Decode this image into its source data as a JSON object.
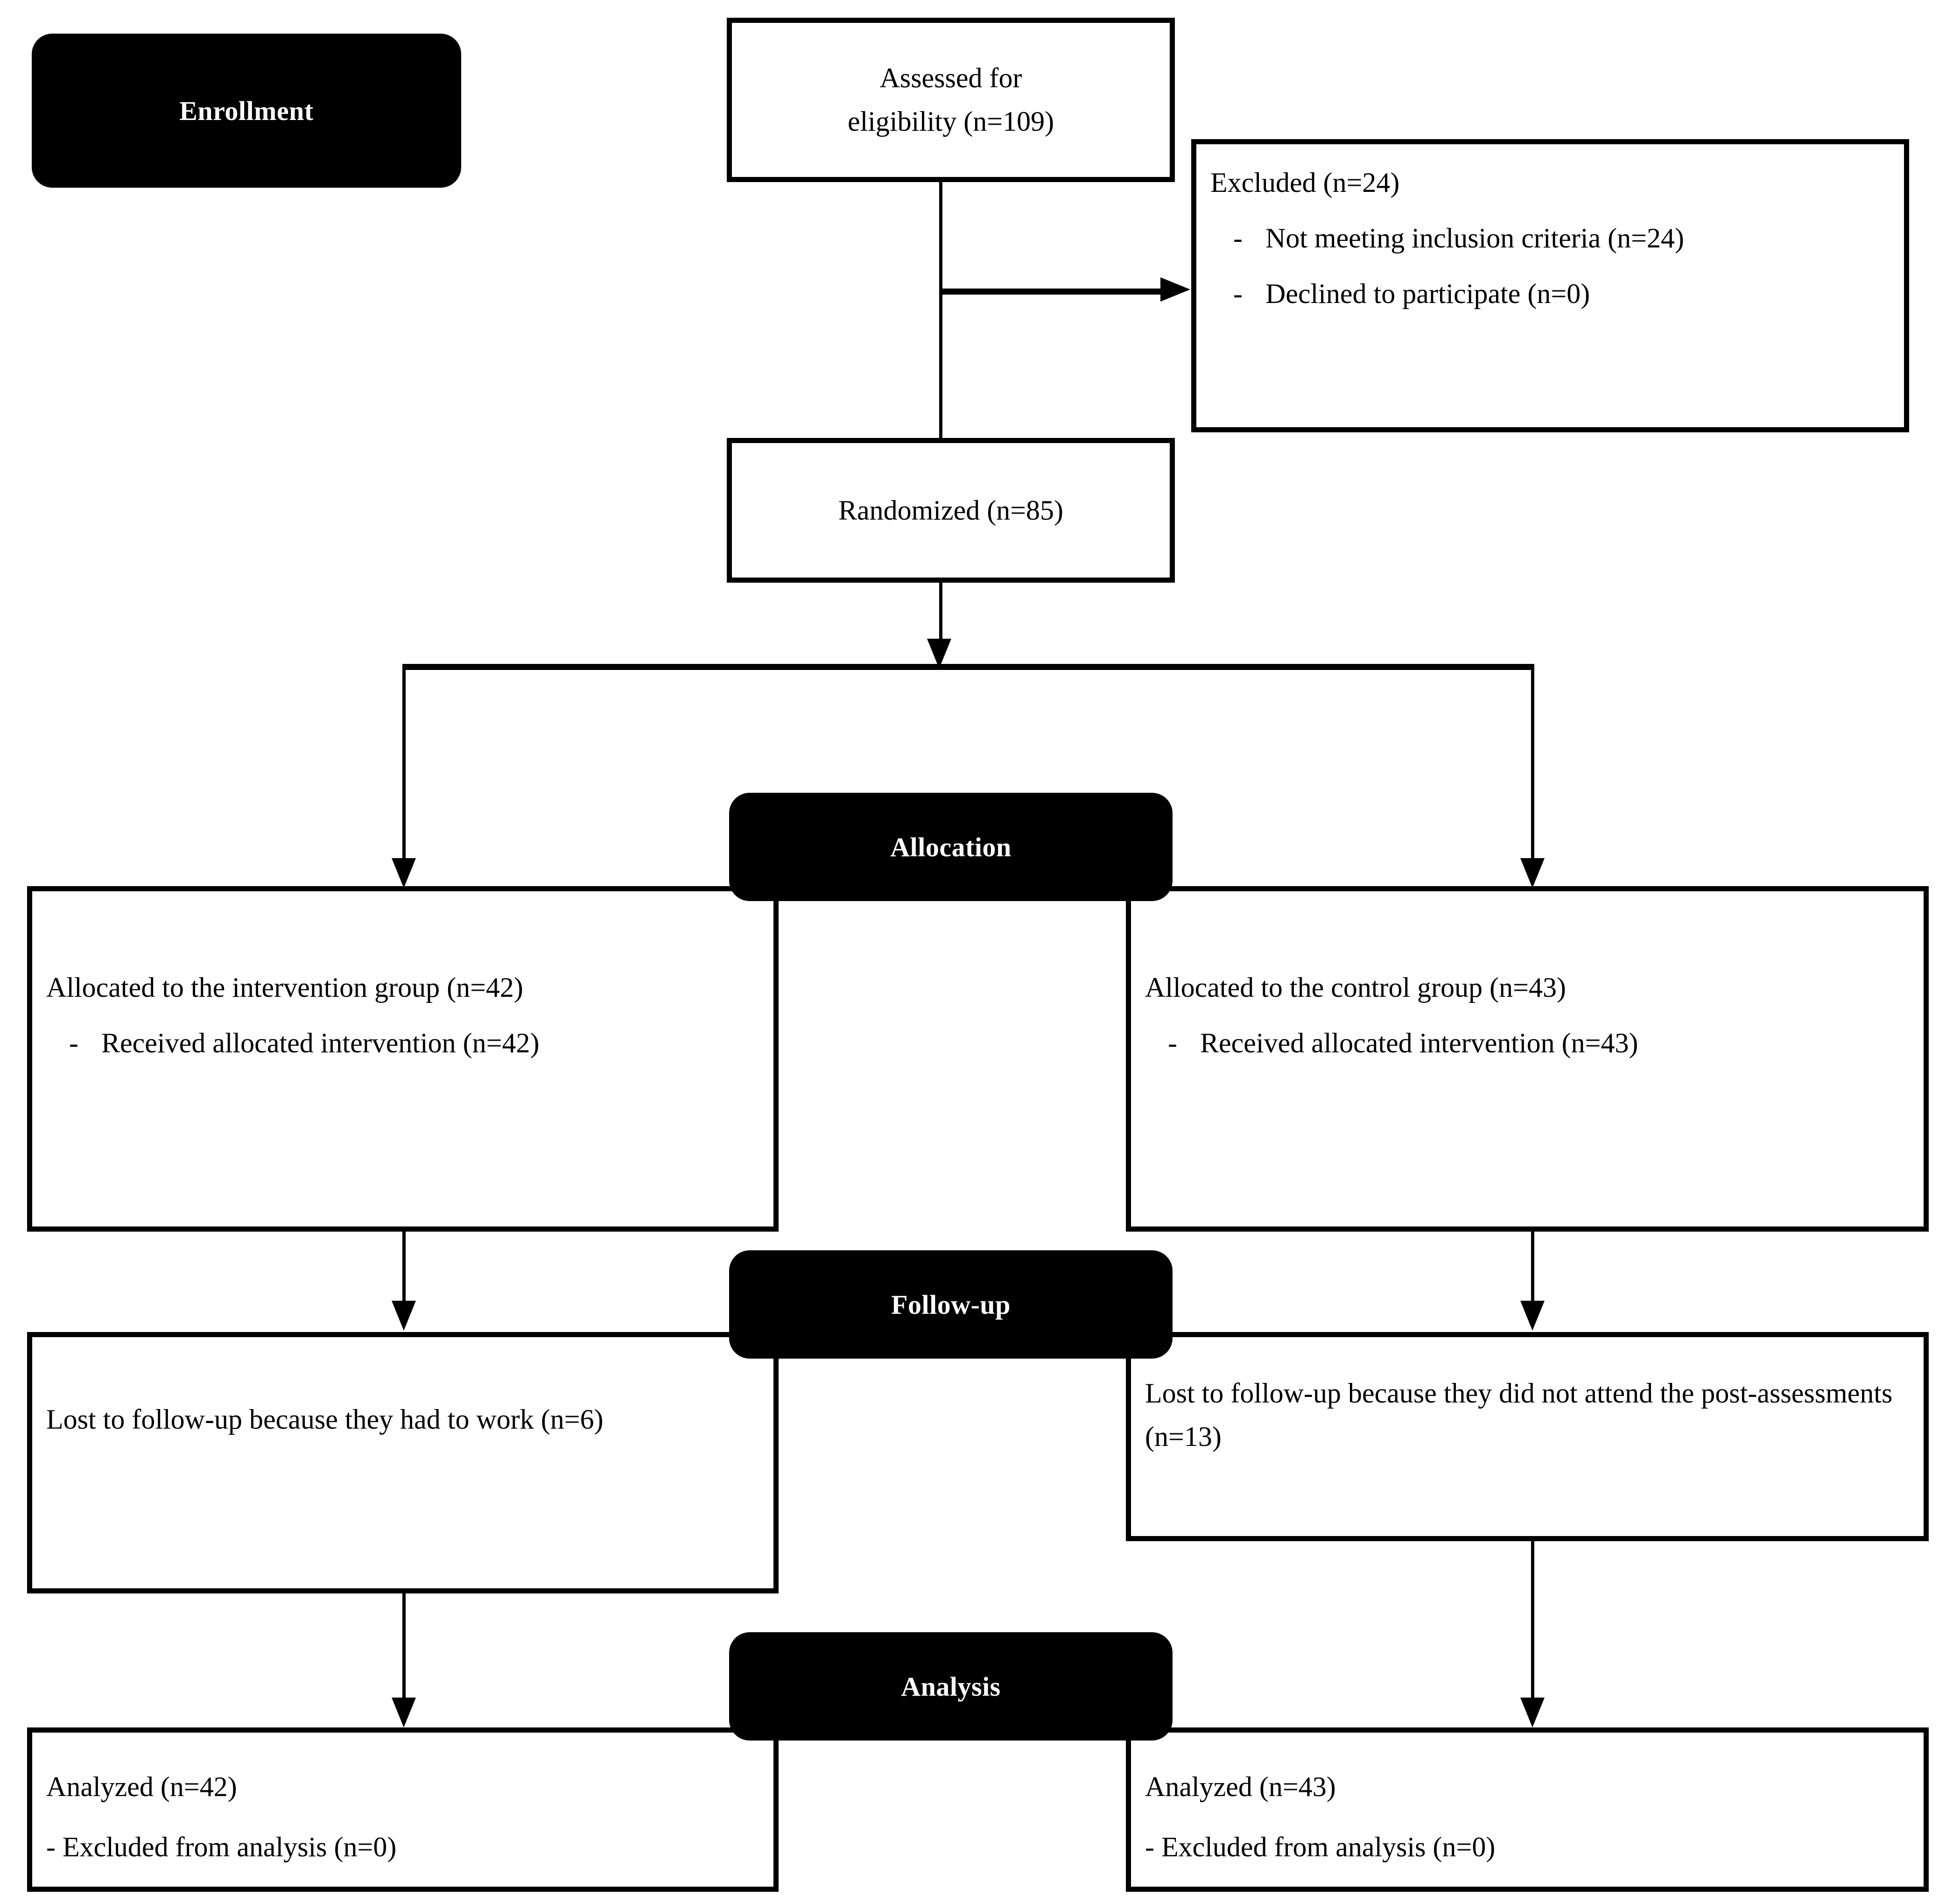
{
  "diagram": {
    "title": "CONSORT participant flow diagram",
    "accent_color": "#000000",
    "background_color": "#ffffff"
  },
  "stages": {
    "enrollment": "Enrollment",
    "allocation": "Allocation",
    "followup": "Follow-up",
    "analysis": "Analysis"
  },
  "boxes": {
    "assessed": {
      "line1": "Assessed for",
      "line2": "eligibility (n=109)"
    },
    "excluded": {
      "heading": "Excluded (n=24)",
      "bullet_marker": "-",
      "items": [
        "Not meeting inclusion criteria (n=24)",
        "Declined to participate (n=0)"
      ]
    },
    "randomized": {
      "text": "Randomized (n=85)"
    },
    "alloc_intervention": {
      "heading": "Allocated to the intervention group (n=42)",
      "bullet_marker": "-",
      "items": [
        "Received allocated intervention (n=42)"
      ]
    },
    "alloc_control": {
      "heading": "Allocated to the control group (n=43)",
      "bullet_marker": "-",
      "items": [
        "Received allocated intervention (n=43)"
      ]
    },
    "lost_intervention": {
      "text": "Lost to follow-up because they had to work (n=6)"
    },
    "lost_control": {
      "text": "Lost to follow-up because they did not attend the post-assessments (n=13)"
    },
    "analyzed_intervention": {
      "heading": "Analyzed (n=42)",
      "subline": "- Excluded from analysis (n=0)"
    },
    "analyzed_control": {
      "heading": "Analyzed (n=43)",
      "subline": "- Excluded from analysis (n=0)"
    }
  },
  "chart_data": {
    "type": "diagram",
    "title": "CONSORT flow diagram",
    "stages": [
      "Enrollment",
      "Allocation",
      "Follow-up",
      "Analysis"
    ],
    "nodes": [
      {
        "id": "assessed",
        "label": "Assessed for eligibility",
        "n": 109
      },
      {
        "id": "excluded",
        "label": "Excluded",
        "n": 24
      },
      {
        "id": "excluded_not_meeting",
        "label": "Not meeting inclusion criteria",
        "n": 24
      },
      {
        "id": "excluded_declined",
        "label": "Declined to participate",
        "n": 0
      },
      {
        "id": "randomized",
        "label": "Randomized",
        "n": 85
      },
      {
        "id": "alloc_intervention",
        "label": "Allocated to the intervention group",
        "n": 42
      },
      {
        "id": "received_intervention",
        "label": "Received allocated intervention",
        "n": 42
      },
      {
        "id": "alloc_control",
        "label": "Allocated to the control group",
        "n": 43
      },
      {
        "id": "received_control",
        "label": "Received allocated intervention",
        "n": 43
      },
      {
        "id": "lost_intervention",
        "label": "Lost to follow-up because they had to work",
        "n": 6
      },
      {
        "id": "lost_control",
        "label": "Lost to follow-up because they did not attend the post-assessments",
        "n": 13
      },
      {
        "id": "analyzed_intervention",
        "label": "Analyzed",
        "n": 42
      },
      {
        "id": "excluded_analysis_intervention",
        "label": "Excluded from analysis",
        "n": 0
      },
      {
        "id": "analyzed_control",
        "label": "Analyzed",
        "n": 43
      },
      {
        "id": "excluded_analysis_control",
        "label": "Excluded from analysis",
        "n": 0
      }
    ],
    "edges": [
      {
        "from": "assessed",
        "to": "excluded"
      },
      {
        "from": "assessed",
        "to": "randomized"
      },
      {
        "from": "randomized",
        "to": "alloc_intervention"
      },
      {
        "from": "randomized",
        "to": "alloc_control"
      },
      {
        "from": "alloc_intervention",
        "to": "lost_intervention"
      },
      {
        "from": "alloc_control",
        "to": "lost_control"
      },
      {
        "from": "lost_intervention",
        "to": "analyzed_intervention"
      },
      {
        "from": "lost_control",
        "to": "analyzed_control"
      }
    ]
  }
}
